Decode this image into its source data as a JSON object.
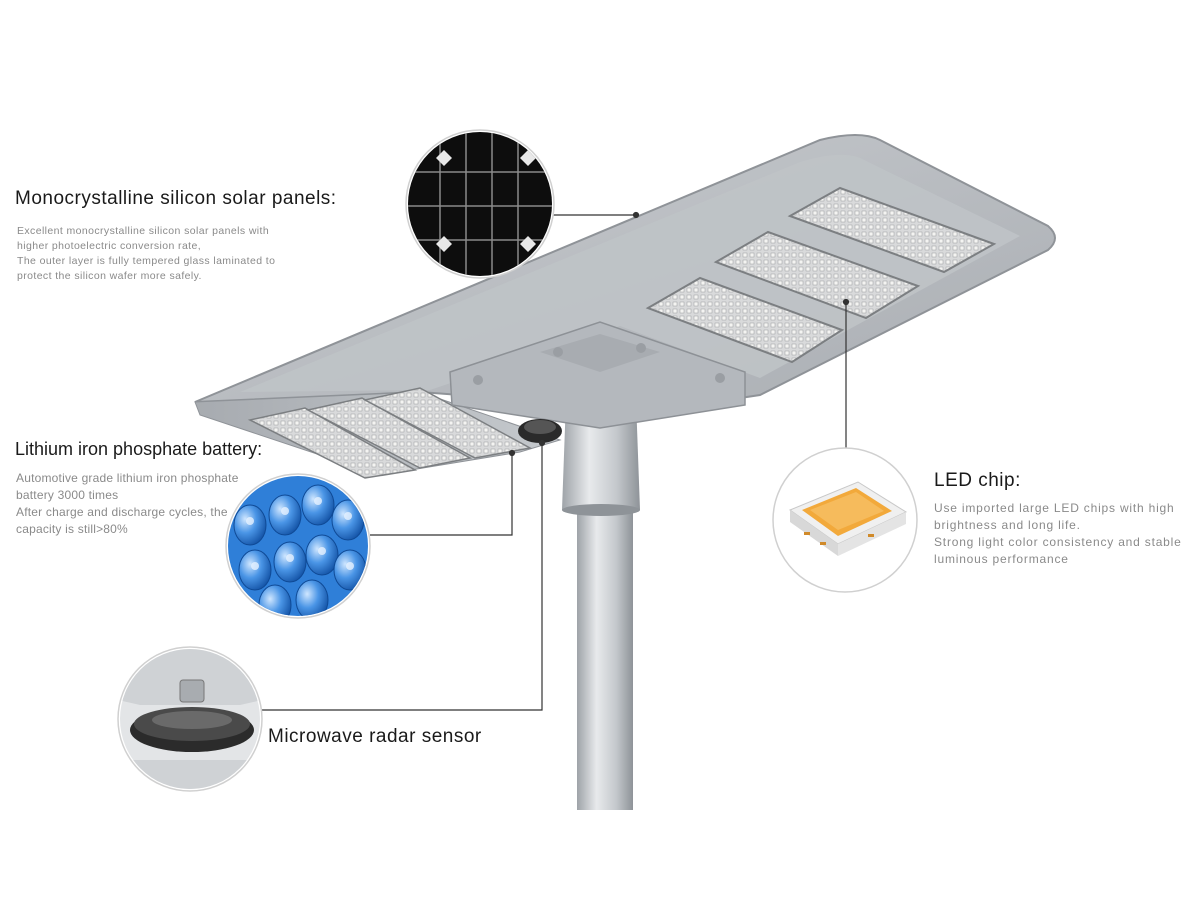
{
  "features": {
    "solar_panels": {
      "title": "Monocrystalline silicon solar panels:",
      "lines": [
        "Excellent monocrystalline silicon solar panels with",
        "higher photoelectric conversion rate,",
        "The outer layer is fully tempered glass laminated to",
        "protect the silicon wafer more safely."
      ],
      "icon": "solar-cell-icon"
    },
    "battery": {
      "title": "Lithium iron phosphate battery:",
      "lines": [
        "Automotive grade lithium iron phosphate",
        "battery 3000 times",
        "After charge and discharge cycles, the",
        "capacity is still>80%"
      ],
      "icon": "battery-cells-icon"
    },
    "led_chip": {
      "title": "LED chip:",
      "lines": [
        "Use imported large LED chips with high",
        "brightness and long life.",
        "Strong light color consistency and stable",
        "luminous performance"
      ],
      "icon": "led-chip-icon"
    },
    "radar_sensor": {
      "title": "Microwave radar sensor",
      "icon": "radar-sensor-icon"
    }
  },
  "colors": {
    "title_text": "#1a1a1a",
    "desc_text": "#8a8a8a",
    "housing": "#b9bdc2",
    "led_amber": "#f2a93b",
    "battery_blue": "#2f7fd8",
    "solar_dark": "#111111",
    "leader_line": "#333333"
  }
}
